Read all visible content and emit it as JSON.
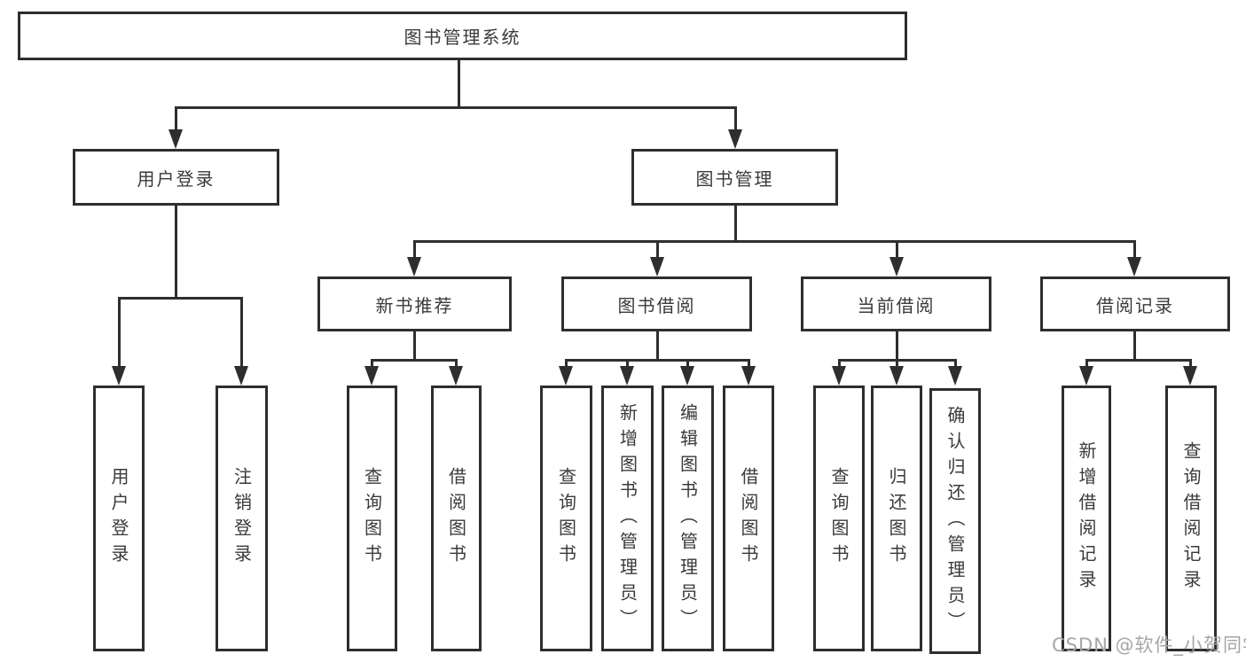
{
  "colors": {
    "line": "#2e2e2e",
    "border": "#2e2e2e",
    "text": "#3a3a3a",
    "watermark": "#a6a6a6",
    "bg": "#ffffff"
  },
  "nodes": {
    "root": "图书管理系统",
    "user_login": "用户登录",
    "book_mgmt": "图书管理",
    "new_book_rec": "新书推荐",
    "book_borrow": "图书借阅",
    "current_borrow": "当前借阅",
    "borrow_record": "借阅记录",
    "leaf_user_login": "用户登录",
    "leaf_logout": "注销登录",
    "leaf_rec_query": "查询图书",
    "leaf_rec_borrow": "借阅图书",
    "leaf_bb_query": "查询图书",
    "leaf_bb_add": "新增图书（管理员）",
    "leaf_bb_edit": "编辑图书（管理员）",
    "leaf_bb_borrow": "借阅图书",
    "leaf_cb_query": "查询图书",
    "leaf_cb_return": "归还图书",
    "leaf_cb_confirm": "确认归还（管理员）",
    "leaf_br_add": "新增借阅记录",
    "leaf_br_query": "查询借阅记录"
  },
  "watermark": "CSDN @软件_小贺同学"
}
